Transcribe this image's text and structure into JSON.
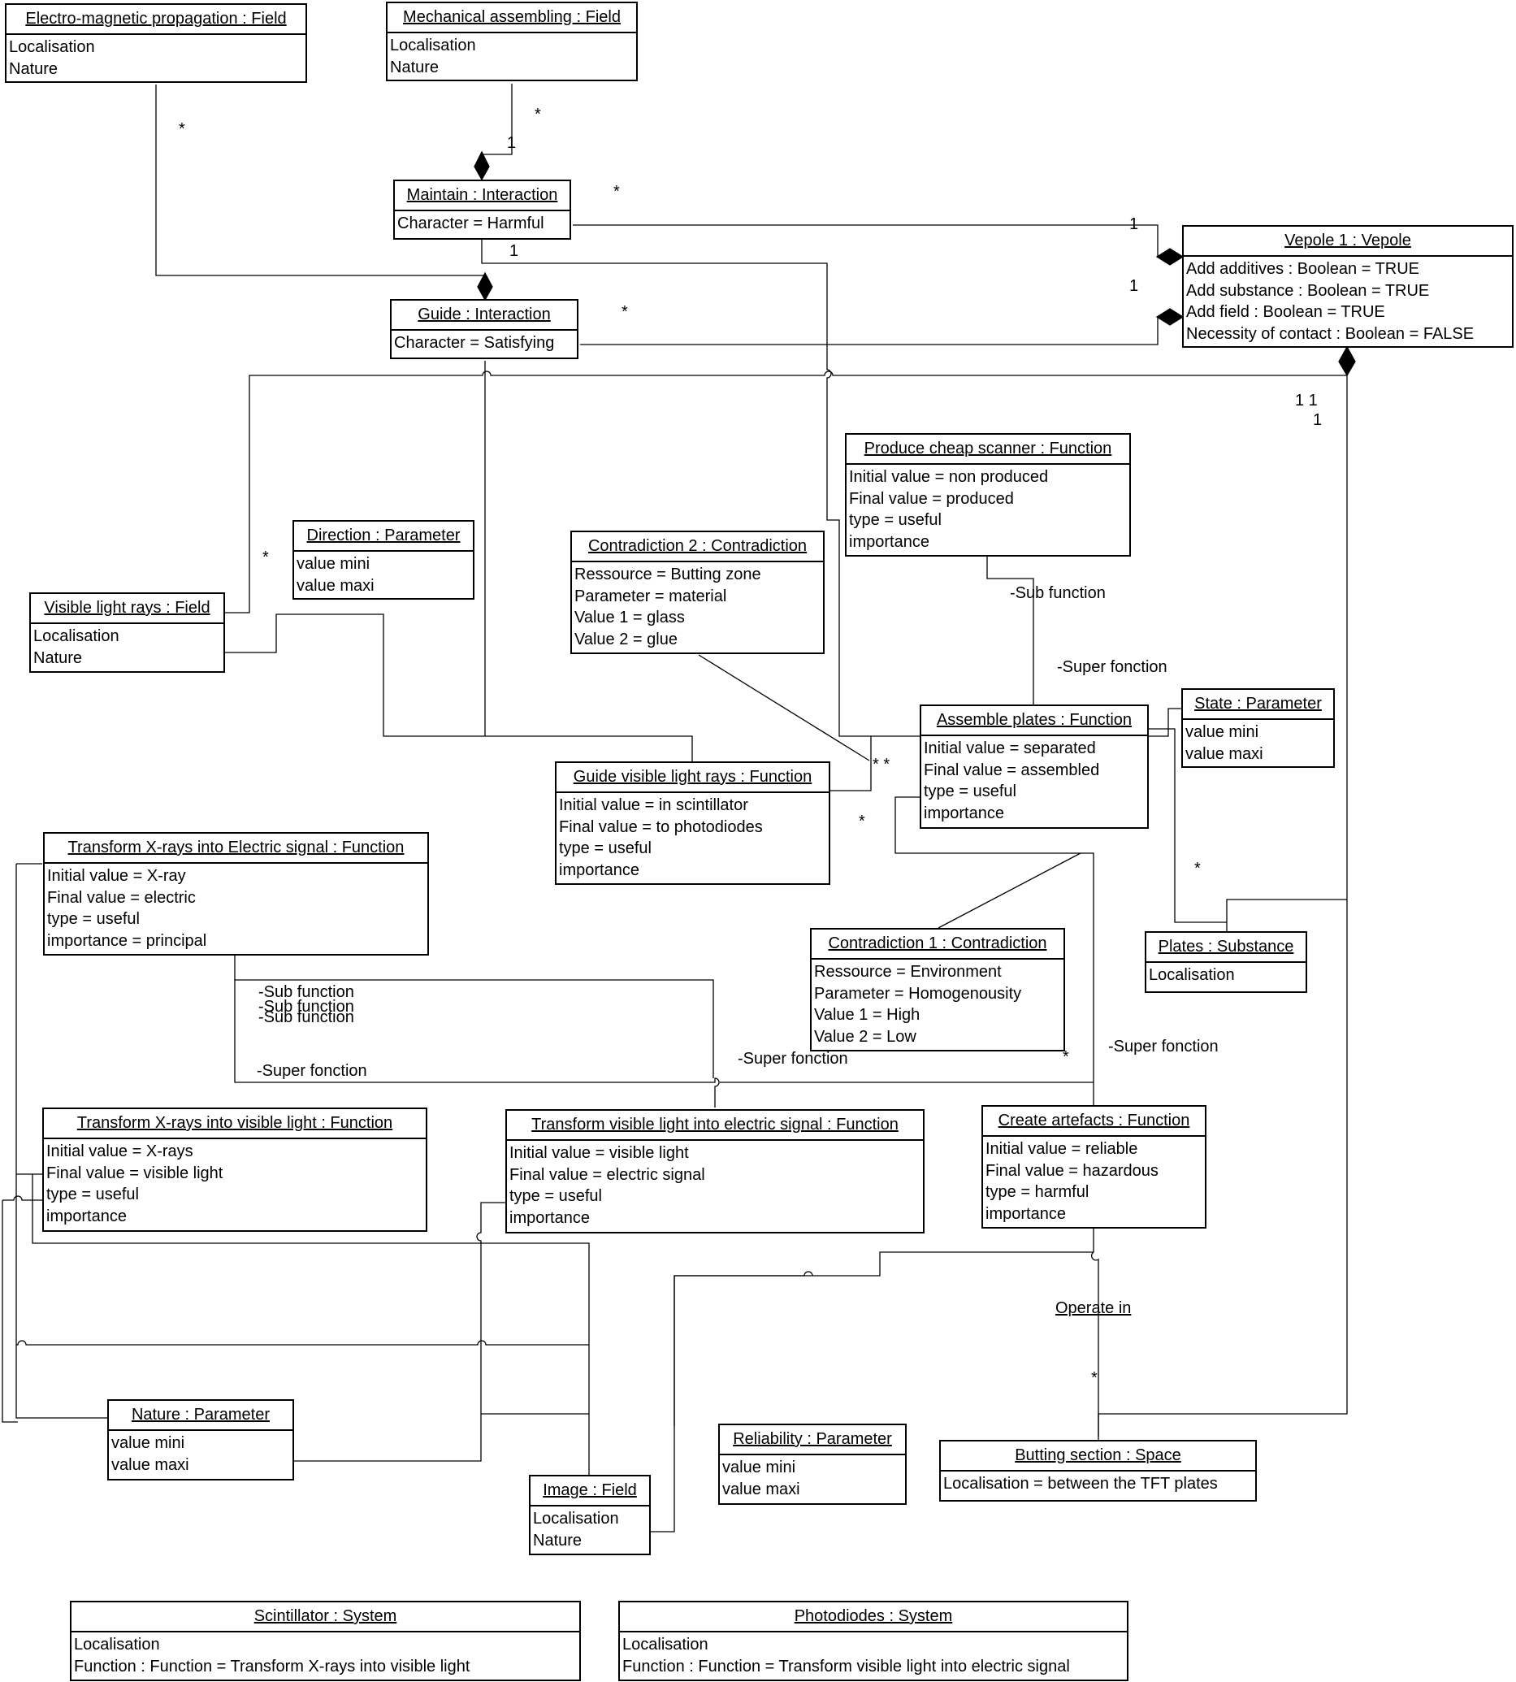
{
  "diagram": {
    "objects": {
      "em_field": {
        "title": "Electro-magnetic propagation : Field",
        "attrs": [
          "Localisation",
          "Nature"
        ]
      },
      "mech_field": {
        "title": "Mechanical assembling : Field",
        "attrs": [
          "Localisation",
          "Nature"
        ]
      },
      "maintain": {
        "title": "Maintain : Interaction",
        "attrs": [
          "Character = Harmful"
        ]
      },
      "guide": {
        "title": "Guide : Interaction",
        "attrs": [
          "Character = Satisfying"
        ]
      },
      "vepole": {
        "title": "Vepole 1 : Vepole",
        "attrs": [
          "Add additives : Boolean = TRUE",
          "Add substance : Boolean = TRUE",
          "Add field : Boolean = TRUE",
          "Necessity of contact : Boolean = FALSE"
        ]
      },
      "cheap_scanner": {
        "title": "Produce cheap scanner : Function",
        "attrs": [
          "Initial value = non produced",
          "Final value = produced",
          "type = useful",
          "importance"
        ]
      },
      "direction": {
        "title": "Direction : Parameter",
        "attrs": [
          "value mini",
          "value maxi"
        ]
      },
      "contradiction2": {
        "title": "Contradiction 2 : Contradiction",
        "attrs": [
          "Ressource = Butting zone",
          "Parameter = material",
          "Value 1 = glass",
          "Value 2 = glue"
        ]
      },
      "visible_rays": {
        "title": "Visible light rays : Field",
        "attrs": [
          "Localisation",
          "Nature"
        ]
      },
      "assemble": {
        "title": "Assemble plates : Function",
        "attrs": [
          "Initial value = separated",
          "Final value = assembled",
          "type = useful",
          "importance"
        ]
      },
      "state": {
        "title": "State : Parameter",
        "attrs": [
          "value mini",
          "value maxi"
        ]
      },
      "guide_rays": {
        "title": "Guide visible light rays : Function",
        "attrs": [
          "Initial value = in scintillator",
          "Final value = to photodiodes",
          "type = useful",
          "importance"
        ]
      },
      "xray_electric": {
        "title": "Transform X-rays into Electric signal : Function",
        "attrs": [
          "Initial value = X-ray",
          "Final value = electric",
          "type = useful",
          "importance = principal"
        ]
      },
      "contradiction1": {
        "title": "Contradiction 1 : Contradiction",
        "attrs": [
          "Ressource = Environment",
          "Parameter = Homogenousity",
          "Value 1 = High",
          "Value 2 = Low"
        ]
      },
      "plates": {
        "title": "Plates : Substance",
        "attrs": [
          "Localisation"
        ]
      },
      "xray_visible": {
        "title": "Transform X-rays into visible light : Function",
        "attrs": [
          "Initial value = X-rays",
          "Final value = visible light",
          "type = useful",
          "importance"
        ]
      },
      "visible_electric": {
        "title": "Transform visible light into electric signal : Function",
        "attrs": [
          "Initial value = visible light",
          "Final value = electric signal",
          "type = useful",
          "importance"
        ]
      },
      "artefacts": {
        "title": "Create artefacts : Function",
        "attrs": [
          "Initial value = reliable",
          "Final value = hazardous",
          "type = harmful",
          "importance"
        ]
      },
      "nature_param": {
        "title": "Nature : Parameter",
        "attrs": [
          "value mini",
          "value maxi"
        ]
      },
      "reliability": {
        "title": "Reliability : Parameter",
        "attrs": [
          "value mini",
          "value maxi"
        ]
      },
      "butting": {
        "title": "Butting section : Space",
        "attrs": [
          "Localisation = between the TFT plates"
        ]
      },
      "image": {
        "title": "Image : Field",
        "attrs": [
          "Localisation",
          "Nature"
        ]
      },
      "scintillator": {
        "title": "Scintillator : System",
        "attrs": [
          "Localisation",
          "Function : Function = Transform X-rays into visible light"
        ]
      },
      "photodiodes": {
        "title": "Photodiodes : System",
        "attrs": [
          "Localisation",
          "Function : Function = Transform visible light into electric signal"
        ]
      }
    },
    "labels": {
      "m_em": "*",
      "m_mech_star": "*",
      "m_mech_one": "1",
      "m_maintain_star": "*",
      "m_maintain_one": "1",
      "m_vepole_one_a": "1",
      "m_guide_star": "*",
      "m_vepole_one_b": "1",
      "m_vepole_ones": "1  1",
      "m_vepole_one_c": "1",
      "m_visible_star": "*",
      "sub_function_a": "-Sub function",
      "super_fonction_a": "-Super fonction",
      "m_guide_rays_stars": "* *",
      "m_assemble_star": "*",
      "m_plates_star": "*",
      "sub_function_b1": "-Sub function",
      "sub_function_b2": "-Sub function",
      "sub_function_b3": "-Sub function",
      "super_fonction_b": "-Super fonction",
      "super_fonction_c": "-Super fonction",
      "m_contra1_star": "*",
      "super_fonction_d": "-Super fonction",
      "operate_in": "Operate in",
      "m_operate_star": "*"
    }
  }
}
